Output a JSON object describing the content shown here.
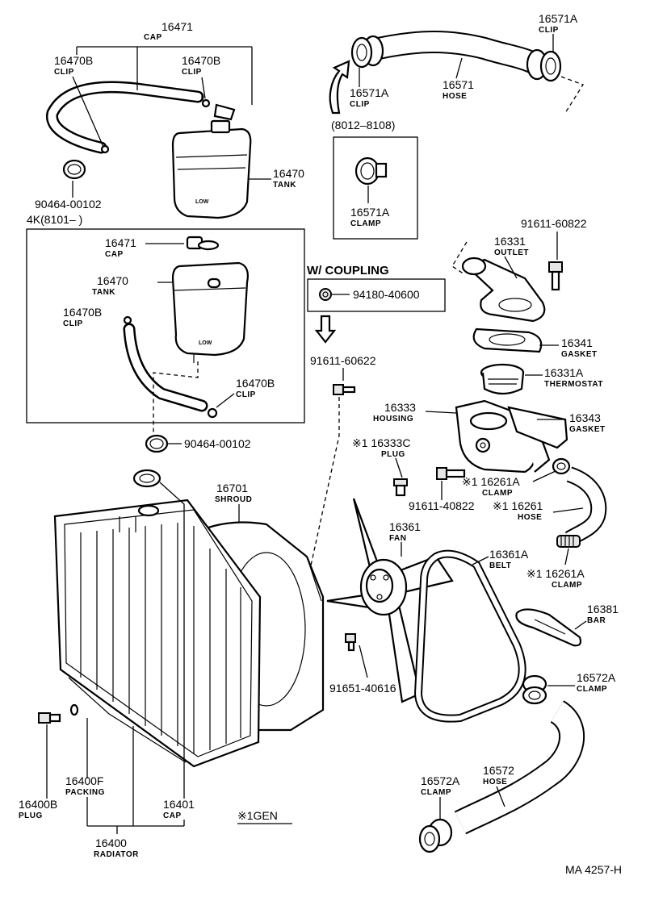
{
  "diagram_code": "MA  4257-H",
  "variant_labels": {
    "group_4k": "4K(8101–        )",
    "range_8012_8108": "(8012–8108)",
    "with_coupling": "W/ COUPLING",
    "note_1gen": "※1GEN"
  },
  "parts": {
    "p16471_top": {
      "num": "16471",
      "name": "CAP"
    },
    "p16470b_left": {
      "num": "16470B",
      "name": "CLIP"
    },
    "p16470b_right": {
      "num": "16470B",
      "name": "CLIP"
    },
    "p90464_top": {
      "num": "90464-00102"
    },
    "p16470_top": {
      "num": "16470",
      "name": "TANK"
    },
    "p16571a_top": {
      "num": "16571A",
      "name": "CLIP"
    },
    "p16571a_left": {
      "num": "16571A",
      "name": "CLIP"
    },
    "p16571": {
      "num": "16571",
      "name": "HOSE"
    },
    "p16571a_clamp": {
      "num": "16571A",
      "name": "CLAMP"
    },
    "p16471_box": {
      "num": "16471",
      "name": "CAP"
    },
    "p16470_box": {
      "num": "16470",
      "name": "TANK"
    },
    "p16470b_box1": {
      "num": "16470B",
      "name": "CLIP"
    },
    "p16470b_box2": {
      "num": "16470B",
      "name": "CLIP"
    },
    "p90464_box": {
      "num": "90464-00102"
    },
    "p94180": {
      "num": "94180-40600"
    },
    "p91611_60622": {
      "num": "91611-60622"
    },
    "p91611_60822": {
      "num": "91611-60822"
    },
    "p16331": {
      "num": "16331",
      "name": "OUTLET"
    },
    "p16341": {
      "num": "16341",
      "name": "GASKET"
    },
    "p16331a": {
      "num": "16331A",
      "name": "THERMOSTAT"
    },
    "p16333": {
      "num": "16333",
      "name": "HOUSING"
    },
    "p16343": {
      "num": "16343",
      "name": "GASKET"
    },
    "p16333c": {
      "num": "※1 16333C",
      "name": "PLUG"
    },
    "p16261a_1": {
      "num": "※1 16261A",
      "name": "CLAMP"
    },
    "p91611_40822": {
      "num": "91611-40822"
    },
    "p16261": {
      "num": "※1 16261",
      "name": "HOSE"
    },
    "p16261a_2": {
      "num": "※1 16261A",
      "name": "CLAMP"
    },
    "p16701": {
      "num": "16701",
      "name": "SHROUD"
    },
    "p16361": {
      "num": "16361",
      "name": "FAN"
    },
    "p16361a": {
      "num": "16361A",
      "name": "BELT"
    },
    "p16381": {
      "num": "16381",
      "name": "BAR"
    },
    "p91651": {
      "num": "91651-40616"
    },
    "p16572a_right": {
      "num": "16572A",
      "name": "CLAMP"
    },
    "p16572a_left": {
      "num": "16572A",
      "name": "CLAMP"
    },
    "p16572": {
      "num": "16572",
      "name": "HOSE"
    },
    "p16400f": {
      "num": "16400F",
      "name": "PACKING"
    },
    "p16400b": {
      "num": "16400B",
      "name": "PLUG"
    },
    "p16401": {
      "num": "16401",
      "name": "CAP"
    },
    "p16400": {
      "num": "16400",
      "name": "RADIATOR"
    }
  }
}
